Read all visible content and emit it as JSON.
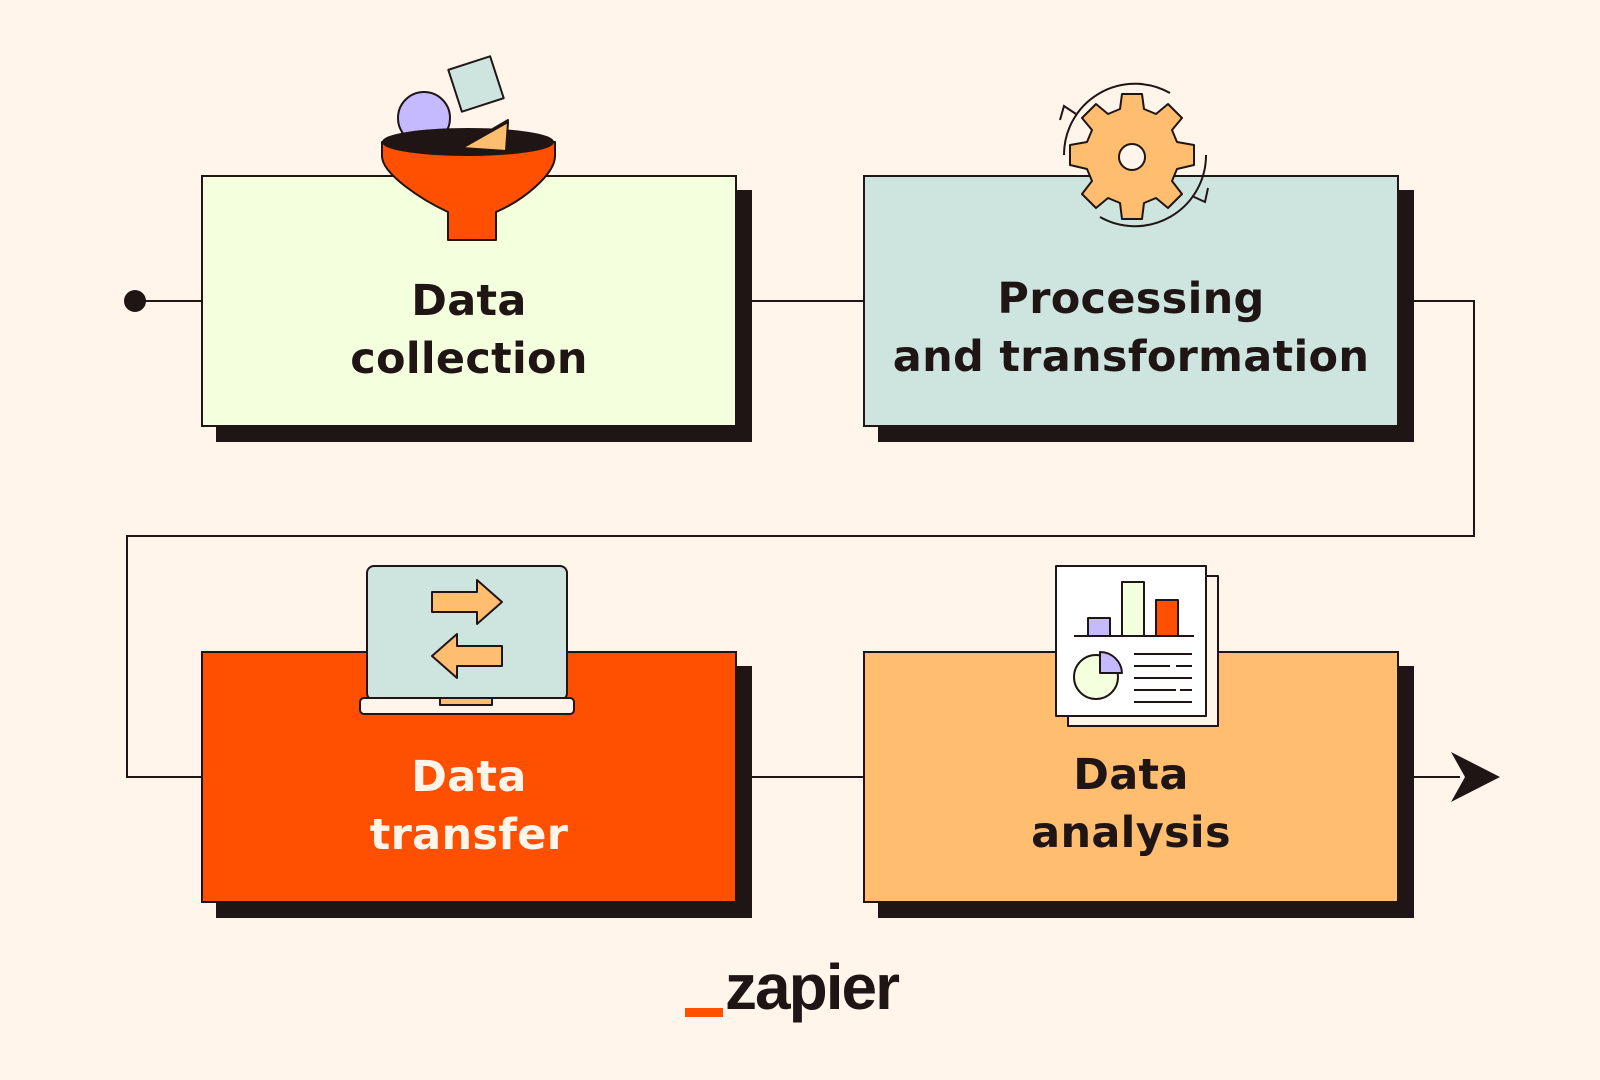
{
  "steps": [
    {
      "id": "collection",
      "line1": "Data",
      "line2": "collection",
      "icon": "funnel-icon"
    },
    {
      "id": "processing",
      "line1": "Processing",
      "line2": "and transformation",
      "icon": "gear-icon"
    },
    {
      "id": "transfer",
      "line1": "Data",
      "line2": "transfer",
      "icon": "laptop-transfer-icon"
    },
    {
      "id": "analysis",
      "line1": "Data",
      "line2": "analysis",
      "icon": "report-chart-icon"
    }
  ],
  "brand": {
    "name": "zapier"
  },
  "colors": {
    "background": "#FFF5EA",
    "ink": "#201515",
    "collection": "#F4FFDE",
    "processing": "#CDE4DF",
    "transfer": "#FF4F00",
    "analysis": "#FFBD6F",
    "purple": "#C5B9FF"
  }
}
